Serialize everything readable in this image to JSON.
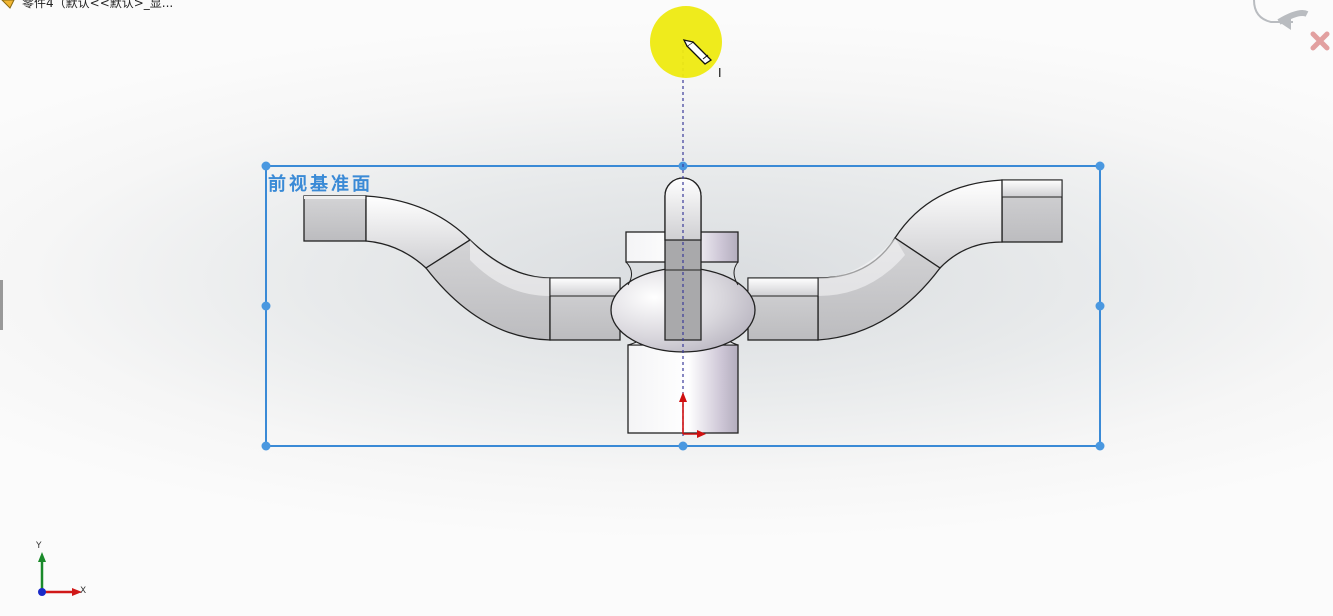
{
  "window": {
    "title": "零件4（默认<<默认>_显..."
  },
  "sketch": {
    "plane_label": "前视基准面",
    "cursor_symbol": "I"
  },
  "triad": {
    "y_label": "Y",
    "x_label": "X"
  },
  "icons": {
    "cursor": "pencil-sketch-cursor-icon",
    "confirm": "confirm-corner-icon",
    "cancel": "cancel-corner-icon",
    "part": "part-document-icon"
  },
  "colors": {
    "plane_border": "#3a8ad6",
    "handle": "#4a98e0",
    "cursor_highlight": "#eeea10",
    "origin_axis": "#d01010",
    "triad_y": "#1a8a2a",
    "triad_x": "#d01818",
    "triad_z": "#1a2ac8"
  }
}
